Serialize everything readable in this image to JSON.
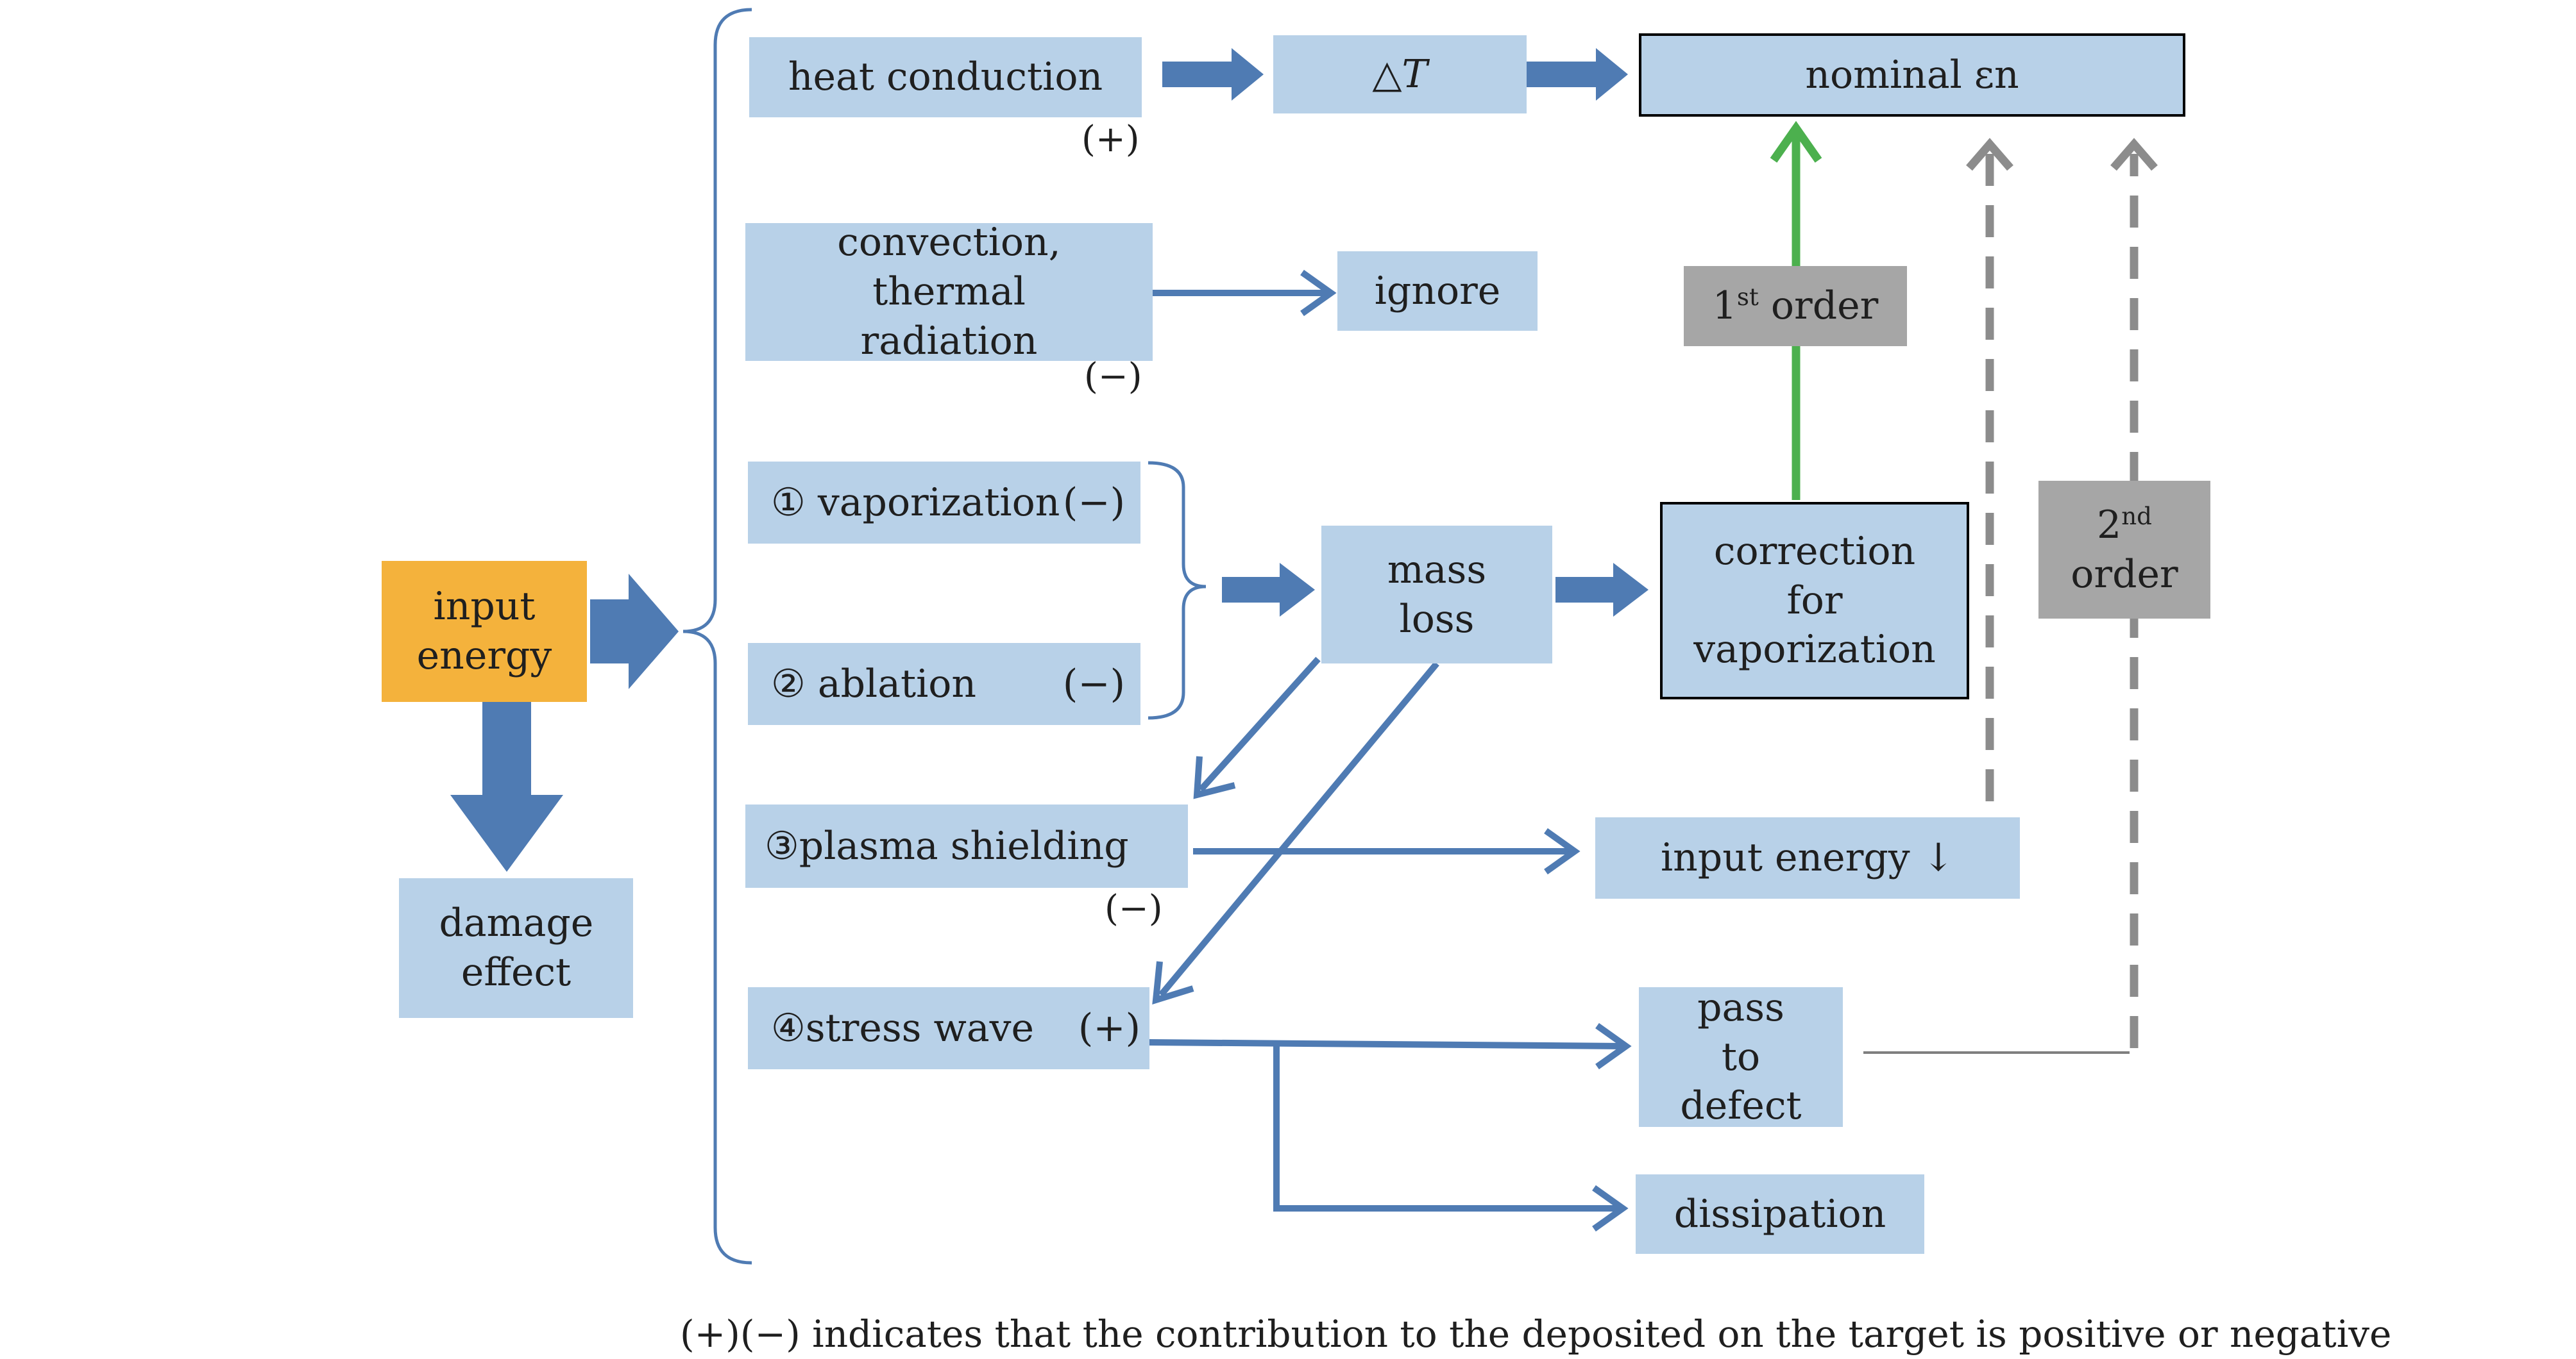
{
  "nodes": {
    "input_energy": "input energy",
    "damage_effect": "damage effect",
    "heat_conduction": "heat conduction",
    "delta_t": "△T",
    "nominal": "nominal εn",
    "convection": "convection, thermal radiation",
    "ignore": "ignore",
    "vaporization": "① vaporization",
    "ablation": "② ablation",
    "mass_loss": "mass loss",
    "correction": "correction for vaporization",
    "plasma_shielding": "③plasma shielding",
    "input_energy_down": "input energy ↓",
    "stress_wave": "④stress wave",
    "pass_to_defect": "pass to defect",
    "dissipation": "dissipation",
    "first_order": "1st order",
    "second_order": "2nd order"
  },
  "signs": {
    "heat_conduction": "(+)",
    "convection": "(−)",
    "vaporization": "(−)",
    "ablation": "(−)",
    "plasma_shielding": "(−)",
    "stress_wave": "(+)"
  },
  "caption": "(+)(−) indicates that the contribution to the deposited on the target is positive or negative",
  "colors": {
    "node_fill": "#b8d1e8",
    "input_fill": "#f4b23c",
    "order_fill": "#a6a6a6",
    "arrow": "#4f7bb3",
    "first_order_arrow": "#4cb04e",
    "second_order_arrow": "#8c8c8c"
  },
  "icons": {
    "flow_arrow": "block-arrow-right",
    "first_order_link": "solid-green-arrow-up",
    "second_order_link": "dashed-grey-arrow-up"
  }
}
